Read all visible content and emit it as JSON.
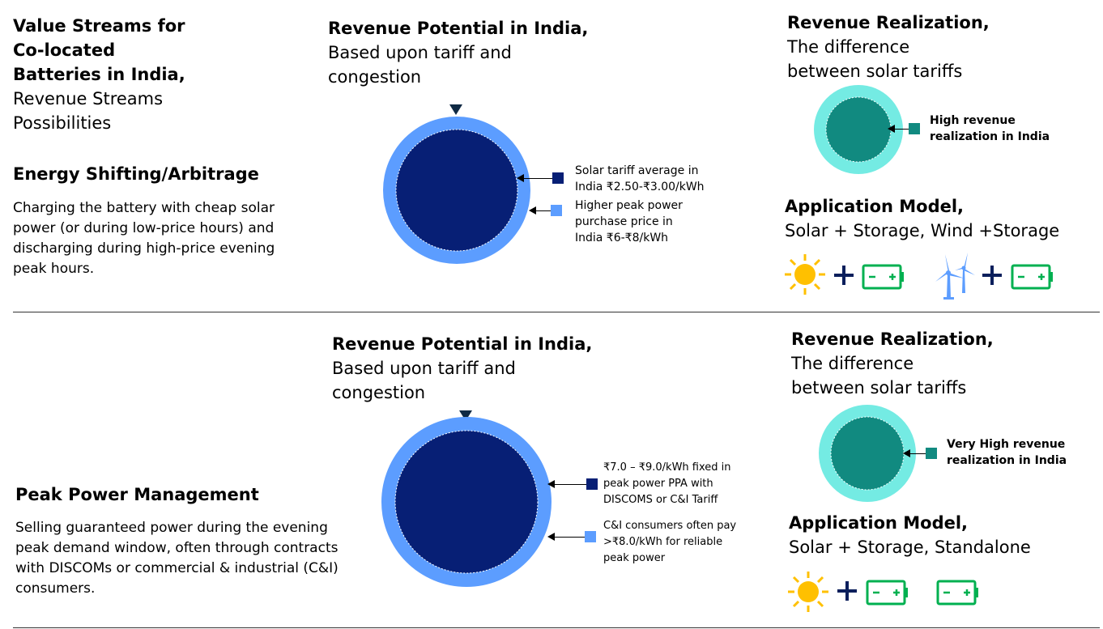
{
  "colors": {
    "navy": "#071f75",
    "light_blue": "#5c9dff",
    "teal_outer": "#74ebe3",
    "teal_inner": "#118a80",
    "sun": "#ffc000",
    "battery": "#00b050"
  },
  "intro": {
    "title_lines": [
      "Value Streams for",
      "Co-located",
      "Batteries in India,"
    ],
    "subtitle_lines": [
      "Revenue Streams",
      "Possibilities"
    ]
  },
  "section1": {
    "title": "Energy Shifting/Arbitrage",
    "description": "Charging the battery with cheap solar power (or during low-price hours) and discharging during high-price evening peak hours.",
    "potential": {
      "title": "Revenue Potential in India,",
      "subtitle_lines": [
        "Based upon tariff and",
        "congestion"
      ]
    },
    "legend": [
      {
        "label": "Solar tariff average in India ₹2.50-₹3.00/kWh"
      },
      {
        "label": "Higher peak power purchase price in India ₹6-₹8/kWh"
      }
    ],
    "realization": {
      "title": "Revenue Realization,",
      "subtitle_lines": [
        "The difference",
        "between solar tariffs"
      ],
      "label": "High revenue realization in India"
    },
    "application": {
      "title": "Application Model,",
      "subtitle": "Solar + Storage, Wind +Storage",
      "icons": [
        "sun-icon",
        "plus-icon",
        "battery-icon",
        "wind-turbine-icon",
        "plus-icon",
        "battery-icon"
      ]
    }
  },
  "section2": {
    "title": "Peak Power Management",
    "description": "Selling guaranteed power during the evening peak demand window, often through contracts with DISCOMs or commercial & industrial (C&I) consumers.",
    "potential": {
      "title": "Revenue Potential in India,",
      "subtitle_lines": [
        "Based upon tariff and",
        "congestion"
      ]
    },
    "legend": [
      {
        "label": "₹7.0 – ₹9.0/kWh fixed in peak power PPA with DISCOMS or C&I Tariff"
      },
      {
        "label": "C&I consumers often pay >₹8.0/kWh for reliable peak power"
      }
    ],
    "realization": {
      "title": "Revenue Realization,",
      "subtitle_lines": [
        "The difference",
        "between solar tariffs"
      ],
      "label": "Very High revenue realization in India"
    },
    "application": {
      "title": "Application Model,",
      "subtitle": "Solar + Storage, Standalone",
      "icons": [
        "sun-icon",
        "plus-icon",
        "battery-icon",
        "battery-icon"
      ]
    }
  }
}
